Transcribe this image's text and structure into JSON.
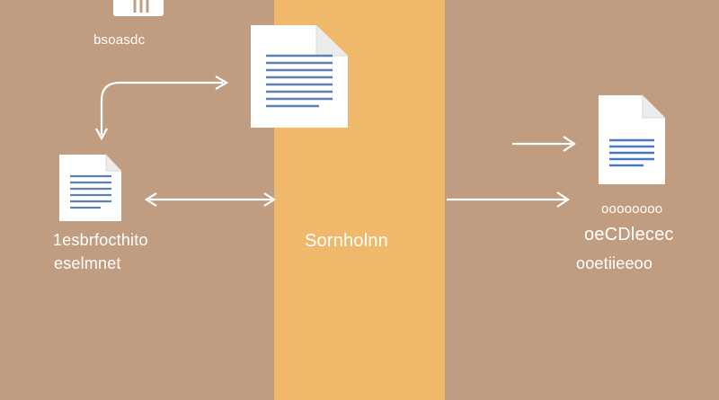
{
  "colors": {
    "side_panel": "#c09d80",
    "center_panel": "#efb86b",
    "document_fill": "#ffffff",
    "document_lines": "#5b82b3",
    "arrows": "#ffffff",
    "label_text": "#ffffff"
  },
  "labels": {
    "top": "bsoasdc",
    "left_line1": "1esbrfocthito",
    "left_line2": "eselmnet",
    "center": "Sornholnn",
    "right_line1": "oooooooo",
    "right_line2": "oeCDlecec",
    "right_line3": "ooetiieeoo"
  },
  "icons": {
    "top_left": "folder-icon",
    "top_center": "document-icon",
    "left": "document-icon",
    "right": "document-icon"
  }
}
